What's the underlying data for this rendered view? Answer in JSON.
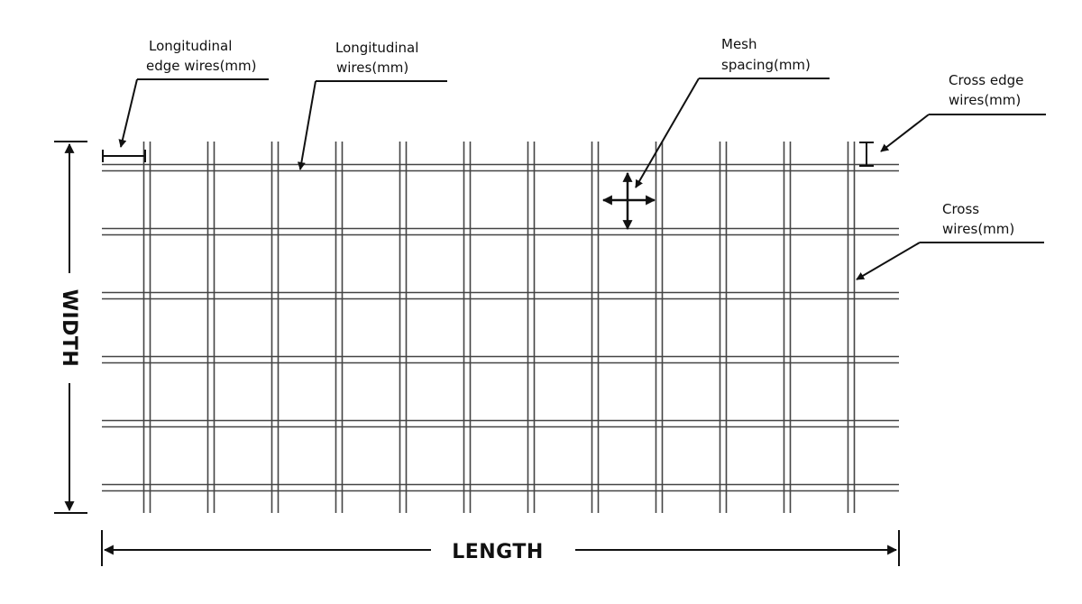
{
  "labels": {
    "long_edge_wires": [
      "Longitudinal",
      "edge wires(mm)"
    ],
    "long_wires": [
      "Longitudinal",
      "wires(mm)"
    ],
    "mesh_spacing": [
      "Mesh",
      "spacing(mm)"
    ],
    "cross_edge_wires": [
      "Cross edge",
      "wires(mm)"
    ],
    "cross_wires": [
      "Cross",
      "wires(mm)"
    ],
    "width": "WIDTH",
    "length": "LENGTH"
  },
  "mesh": {
    "longitudinal_wire_count": 6,
    "cross_wire_count": 12,
    "wire_color": "#444444"
  }
}
